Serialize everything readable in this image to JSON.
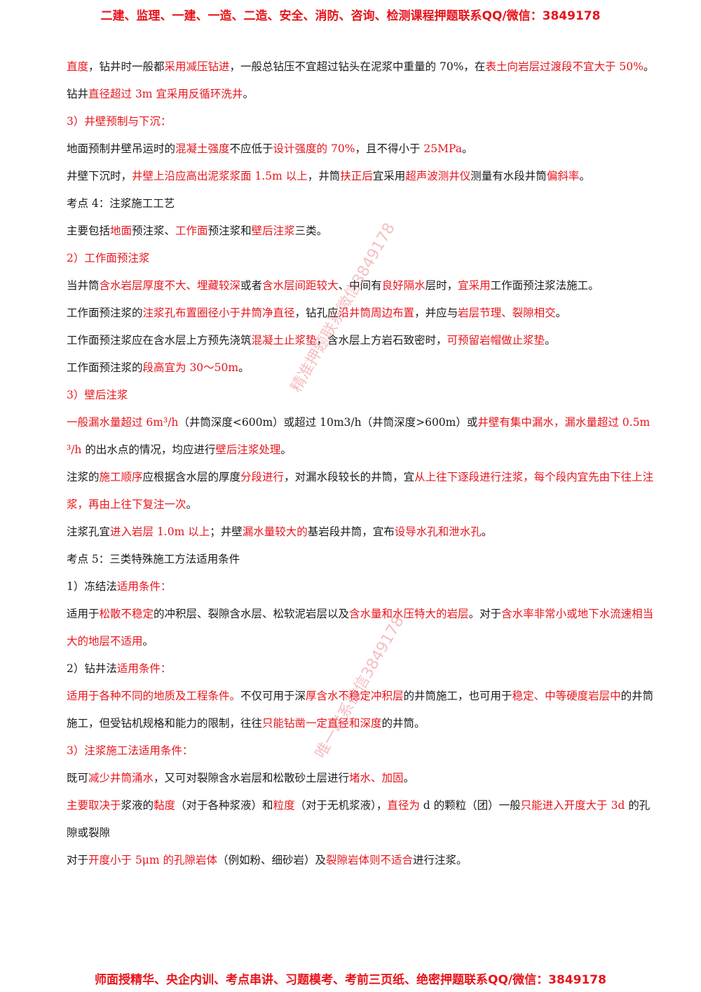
{
  "header": {
    "banner": "二建、监理、一建、一造、二造、安全、消防、咨询、检测课程押题联系QQ/微信：3849178"
  },
  "footer": {
    "banner": "师面授精华、央企内训、考点串讲、习题模考、考前三页纸、绝密押题联系QQ/微信：3849178"
  },
  "watermarks": [
    "精准押题联系微信3849178",
    "唯一联系微信3849178"
  ],
  "colors": {
    "accent": "#e8141b",
    "text": "#1a1a1a"
  },
  "paragraphs": [
    [
      {
        "t": "直度",
        "r": true
      },
      {
        "t": "，钻井时一般都"
      },
      {
        "t": "采用减压钻进",
        "r": true
      },
      {
        "t": "，一般总钻压不宜超过钻头在泥浆中重量的 70%，在"
      },
      {
        "t": "表土向岩层过渡段不宜大于 50%",
        "r": true
      },
      {
        "t": "。"
      }
    ],
    [
      {
        "t": "钻井"
      },
      {
        "t": "直径超过 3m 宜采用反循环洗井",
        "r": true
      },
      {
        "t": "。"
      }
    ],
    [
      {
        "t": "3）井壁预制与下沉：",
        "r": true
      }
    ],
    [
      {
        "t": "地面预制井壁吊运时的"
      },
      {
        "t": "混凝土强度",
        "r": true
      },
      {
        "t": "不应低于"
      },
      {
        "t": "设计强度的 70%",
        "r": true
      },
      {
        "t": "，且不得小于 "
      },
      {
        "t": "25MPa",
        "r": true
      },
      {
        "t": "。"
      }
    ],
    [
      {
        "t": "井壁下沉时，"
      },
      {
        "t": "井壁上沿应高出泥浆浆面 1.5m 以上",
        "r": true
      },
      {
        "t": "，井筒"
      },
      {
        "t": "扶正后",
        "r": true
      },
      {
        "t": "宜采用"
      },
      {
        "t": "超声波测井仪",
        "r": true
      },
      {
        "t": "测量有水段井筒"
      },
      {
        "t": "偏斜率",
        "r": true
      },
      {
        "t": "。"
      }
    ],
    [
      {
        "t": "考点 4：注浆施工工艺"
      }
    ],
    [
      {
        "t": "主要包括"
      },
      {
        "t": "地面",
        "r": true
      },
      {
        "t": "预注浆、"
      },
      {
        "t": "工作面",
        "r": true
      },
      {
        "t": "预注浆和"
      },
      {
        "t": "壁后注浆",
        "r": true
      },
      {
        "t": "三类。"
      }
    ],
    [
      {
        "t": "2）工作面预注浆",
        "r": true
      }
    ],
    [
      {
        "t": "当井筒"
      },
      {
        "t": "含水岩层厚度不大、埋藏较深",
        "r": true
      },
      {
        "t": "或者"
      },
      {
        "t": "含水层间距较大",
        "r": true
      },
      {
        "t": "、中间有"
      },
      {
        "t": "良好隔水",
        "r": true
      },
      {
        "t": "层时，"
      },
      {
        "t": "宜采用",
        "r": true
      },
      {
        "t": "工作面预注浆法施工。"
      }
    ],
    [
      {
        "t": "工作面预注浆的"
      },
      {
        "t": "注浆孔布置圈径小于井筒净直径",
        "r": true
      },
      {
        "t": "，钻孔应"
      },
      {
        "t": "沿井筒周边布置",
        "r": true
      },
      {
        "t": "，并应与"
      },
      {
        "t": "岩层节理、裂隙相交",
        "r": true
      },
      {
        "t": "。"
      }
    ],
    [
      {
        "t": "工作面预注浆应在含水层上方预先浇筑"
      },
      {
        "t": "混凝土止浆垫",
        "r": true
      },
      {
        "t": "，含水层上方岩石致密时，"
      },
      {
        "t": "可预留岩帽做止浆垫",
        "r": true
      },
      {
        "t": "。"
      }
    ],
    [
      {
        "t": "工作面预注浆的"
      },
      {
        "t": "段高宜为 30～50m",
        "r": true
      },
      {
        "t": "。"
      }
    ],
    [
      {
        "t": "3）壁后注浆",
        "r": true
      }
    ],
    [
      {
        "t": "一般漏水量超过 6m³/h",
        "r": true
      },
      {
        "t": "（井筒深度<600m）或超过 10m3/h（井筒深度>600m）或"
      },
      {
        "t": "井壁有集中漏水，漏水量超过 0.5m³/h",
        "r": true
      },
      {
        "t": " 的出水点的情况，均应进行"
      },
      {
        "t": "壁后注浆处理",
        "r": true
      },
      {
        "t": "。"
      }
    ],
    [
      {
        "t": "注浆的"
      },
      {
        "t": "施工顺序",
        "r": true
      },
      {
        "t": "应根据含水层的厚度"
      },
      {
        "t": "分段进行",
        "r": true
      },
      {
        "t": "，对漏水段较长的井筒，宜"
      },
      {
        "t": "从上往下逐段进行注浆，每个段内宜先由下往上注浆，再由上往下复注一次",
        "r": true
      },
      {
        "t": "。"
      }
    ],
    [
      {
        "t": "注浆孔宜"
      },
      {
        "t": "进入岩层 1.0m 以上",
        "r": true
      },
      {
        "t": "；井壁"
      },
      {
        "t": "漏水量较大的",
        "r": true
      },
      {
        "t": "基岩段井筒，宜布"
      },
      {
        "t": "设导水孔和泄水孔",
        "r": true
      },
      {
        "t": "。"
      }
    ],
    [
      {
        "t": "考点 5：三类特殊施工方法适用条件"
      }
    ],
    [
      {
        "t": "1）冻结法"
      },
      {
        "t": "适用条件：",
        "r": true
      }
    ],
    [
      {
        "t": "适用于"
      },
      {
        "t": "松散不稳定",
        "r": true
      },
      {
        "t": "的冲积层、裂隙含水层、松软泥岩层以及"
      },
      {
        "t": "含水量和水压特大的岩层",
        "r": true
      },
      {
        "t": "。对于"
      },
      {
        "t": "含水率非常小或地下水流速相当大的地层不适用",
        "r": true
      },
      {
        "t": "。"
      }
    ],
    [
      {
        "t": "2）钻井法"
      },
      {
        "t": "适用条件：",
        "r": true
      }
    ],
    [
      {
        "t": "适用于各种不同的地质及工程条件。",
        "r": true
      },
      {
        "t": "不仅可用于深"
      },
      {
        "t": "厚含水不稳定冲积层",
        "r": true
      },
      {
        "t": "的井筒施工，也可用于"
      },
      {
        "t": "稳定、中等硬度岩层中",
        "r": true
      },
      {
        "t": "的井筒施工，但受钻机规格和能力的限制，往往"
      },
      {
        "t": "只能钻凿一定直径和深度",
        "r": true
      },
      {
        "t": "的井筒。"
      }
    ],
    [
      {
        "t": "3）注浆施工法适用条件：",
        "r": true
      }
    ],
    [
      {
        "t": "既可"
      },
      {
        "t": "减少井筒涌水",
        "r": true
      },
      {
        "t": "，又可对裂隙含水岩层和松散砂土层进行"
      },
      {
        "t": "堵水、加固",
        "r": true
      },
      {
        "t": "。"
      }
    ],
    [
      {
        "t": "主要取决于",
        "r": true
      },
      {
        "t": "浆液的"
      },
      {
        "t": "黏度",
        "r": true
      },
      {
        "t": "（对于各种浆液）和"
      },
      {
        "t": "粒度",
        "r": true
      },
      {
        "t": "（对于无机浆液），"
      },
      {
        "t": "直径为",
        "r": true
      },
      {
        "t": " d 的颗粒（团）一般"
      },
      {
        "t": "只能进入开度大于 3d",
        "r": true
      },
      {
        "t": " 的孔隙或裂隙"
      }
    ],
    [
      {
        "t": "对于"
      },
      {
        "t": "开度小于 5μm 的孔隙岩体",
        "r": true
      },
      {
        "t": "（例如粉、细砂岩）及"
      },
      {
        "t": "裂隙岩体则不适合",
        "r": true
      },
      {
        "t": "进行注浆。"
      }
    ]
  ]
}
